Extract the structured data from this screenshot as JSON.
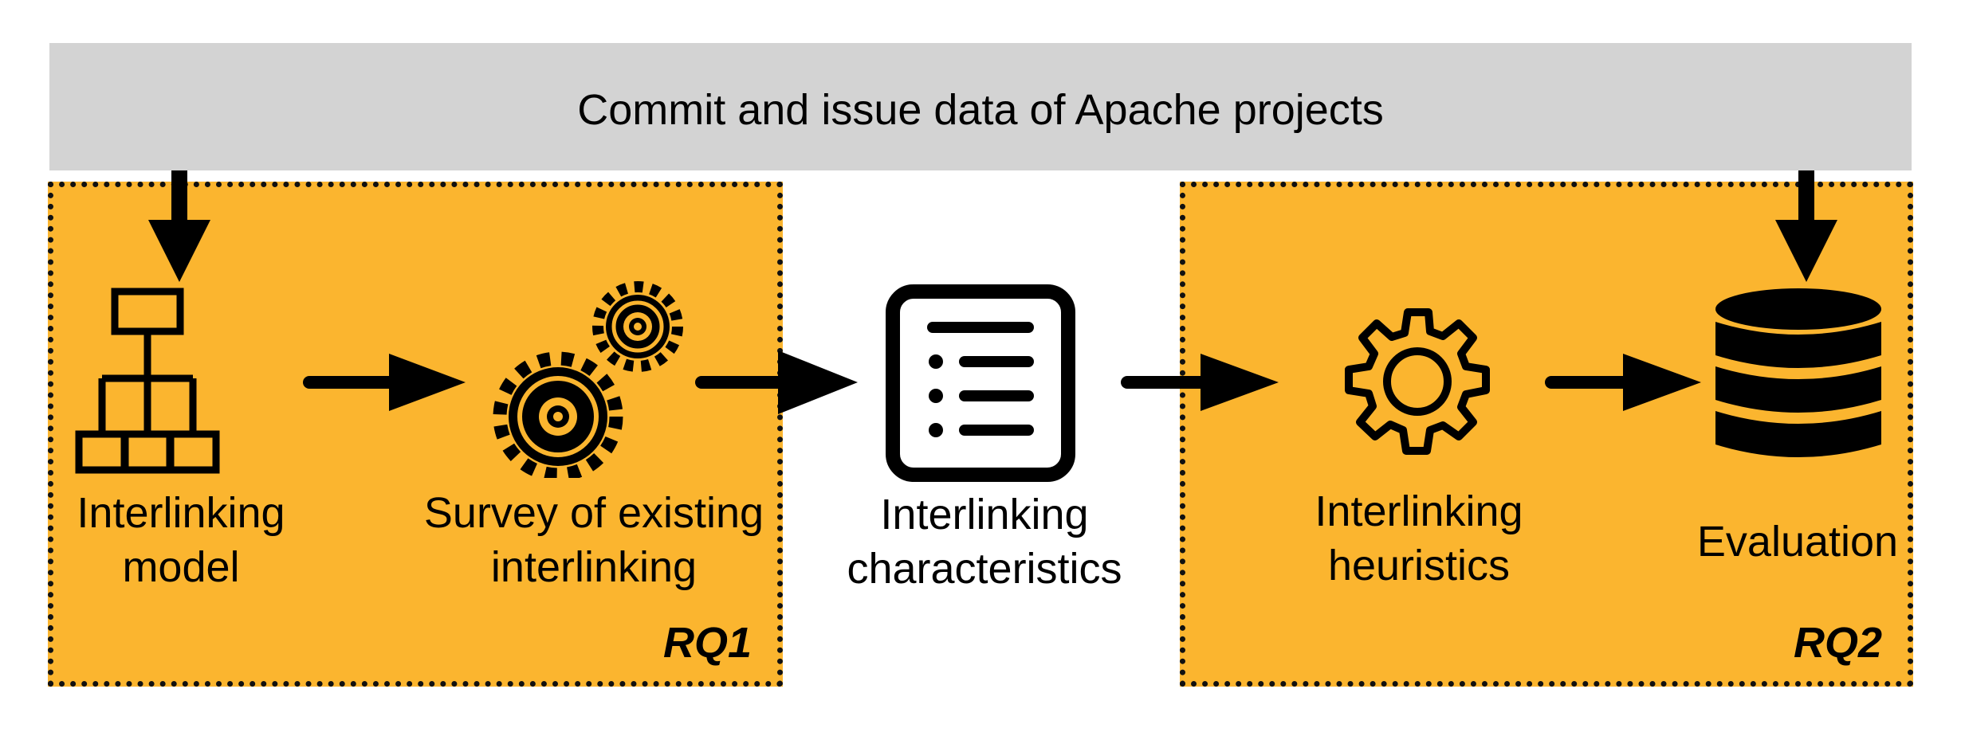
{
  "banner": {
    "title": "Commit and issue data of Apache projects"
  },
  "groups": {
    "rq1": {
      "label": "RQ1"
    },
    "rq2": {
      "label": "RQ2"
    }
  },
  "steps": [
    {
      "line1": "Interlinking",
      "line2": "model",
      "icon": "hierarchy-icon"
    },
    {
      "line1": "Survey of existing",
      "line2": "interlinking",
      "icon": "gears-icon"
    },
    {
      "line1": "Interlinking",
      "line2": "characteristics",
      "icon": "list-document-icon"
    },
    {
      "line1": "Interlinking",
      "line2": "heuristics",
      "icon": "gear-icon"
    },
    {
      "line1": "Evaluation",
      "icon": "database-icon"
    }
  ],
  "colors": {
    "box_fill": "#fbb52f",
    "banner_fill": "#d3d3d3",
    "ink": "#000000"
  }
}
